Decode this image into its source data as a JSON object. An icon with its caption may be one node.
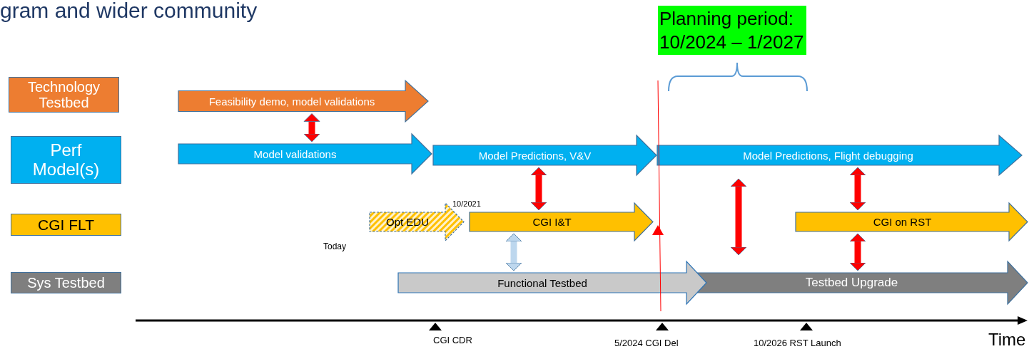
{
  "diagram": {
    "title": "gram and wider community",
    "nodes": [
      {
        "text": [
          "Technology Testbed"
        ]
      },
      {
        "text": [
          "Feasibility demo, model validations"
        ]
      },
      {
        "text": [
          "Perf Model(s)"
        ]
      },
      {
        "text": [
          "Model validations"
        ]
      },
      {
        "text": [
          "Model Predictions, V&V"
        ]
      },
      {
        "text": [
          "Model Predictions, Flight debugging"
        ]
      },
      {
        "text": [
          "CGI FLT"
        ]
      },
      {
        "text": [
          "Opt EDU"
        ]
      },
      {
        "text": [
          "CGI I&T"
        ]
      },
      {
        "text": [
          "CGI on RST"
        ]
      },
      {
        "text": [
          "Sys Testbed"
        ]
      },
      {
        "text": [
          "Functional Testbed"
        ]
      },
      {
        "text": [
          "Testbed Upgrade"
        ]
      }
    ],
    "edges": [
      {
        "from": 1,
        "to": 3,
        "arrow": "both"
      },
      {
        "from": 4,
        "to": 8,
        "arrow": "both"
      },
      {
        "from": 8,
        "to": 11,
        "arrow": "both",
        "color": "#bdd7ee"
      },
      {
        "from": 5,
        "to": 12,
        "arrow": "both"
      },
      {
        "from": 5,
        "to": 9,
        "arrow": "both"
      },
      {
        "from": 9,
        "to": 12,
        "arrow": "both"
      }
    ],
    "labels": [
      "Planning period: 10/2024 – 1/2027",
      "10/2021",
      "Today",
      "CGI CDR",
      "5/2024 CGI Del",
      "10/2026 RST Launch",
      "Time"
    ]
  }
}
